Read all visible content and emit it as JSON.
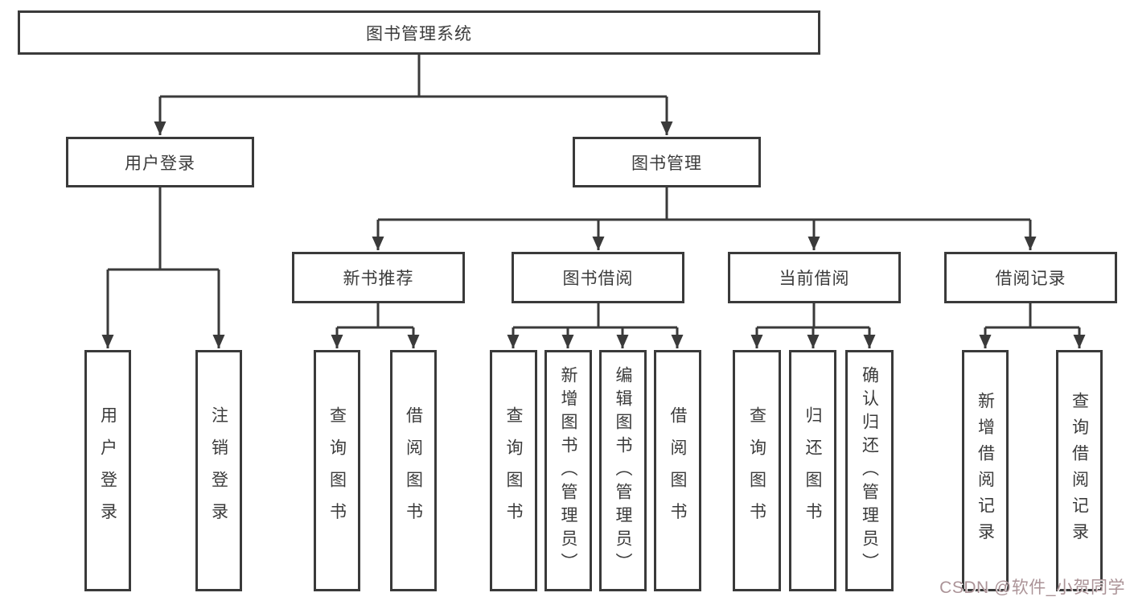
{
  "colors": {
    "line": "#3a3a3a",
    "text": "#3b3b3b",
    "background": "#ffffff",
    "watermark": "#ab9397"
  },
  "watermark": {
    "text": "CSDN @软件_小贺同学"
  },
  "tree": {
    "root": {
      "label": "图书管理系统"
    },
    "branches": [
      {
        "label": "用户登录",
        "children": [
          {
            "label": "用户登录"
          },
          {
            "label": "注销登录"
          }
        ]
      },
      {
        "label": "图书管理",
        "children": [
          {
            "label": "新书推荐",
            "children": [
              {
                "label": "查询图书"
              },
              {
                "label": "借阅图书"
              }
            ]
          },
          {
            "label": "图书借阅",
            "children": [
              {
                "label": "查询图书"
              },
              {
                "label": "新增图书（管理员）"
              },
              {
                "label": "编辑图书（管理员）"
              },
              {
                "label": "借阅图书"
              }
            ]
          },
          {
            "label": "当前借阅",
            "children": [
              {
                "label": "查询图书"
              },
              {
                "label": "归还图书"
              },
              {
                "label": "确认归还（管理员）"
              }
            ]
          },
          {
            "label": "借阅记录",
            "children": [
              {
                "label": "新增借阅记录"
              },
              {
                "label": "查询借阅记录"
              }
            ]
          }
        ]
      }
    ]
  }
}
